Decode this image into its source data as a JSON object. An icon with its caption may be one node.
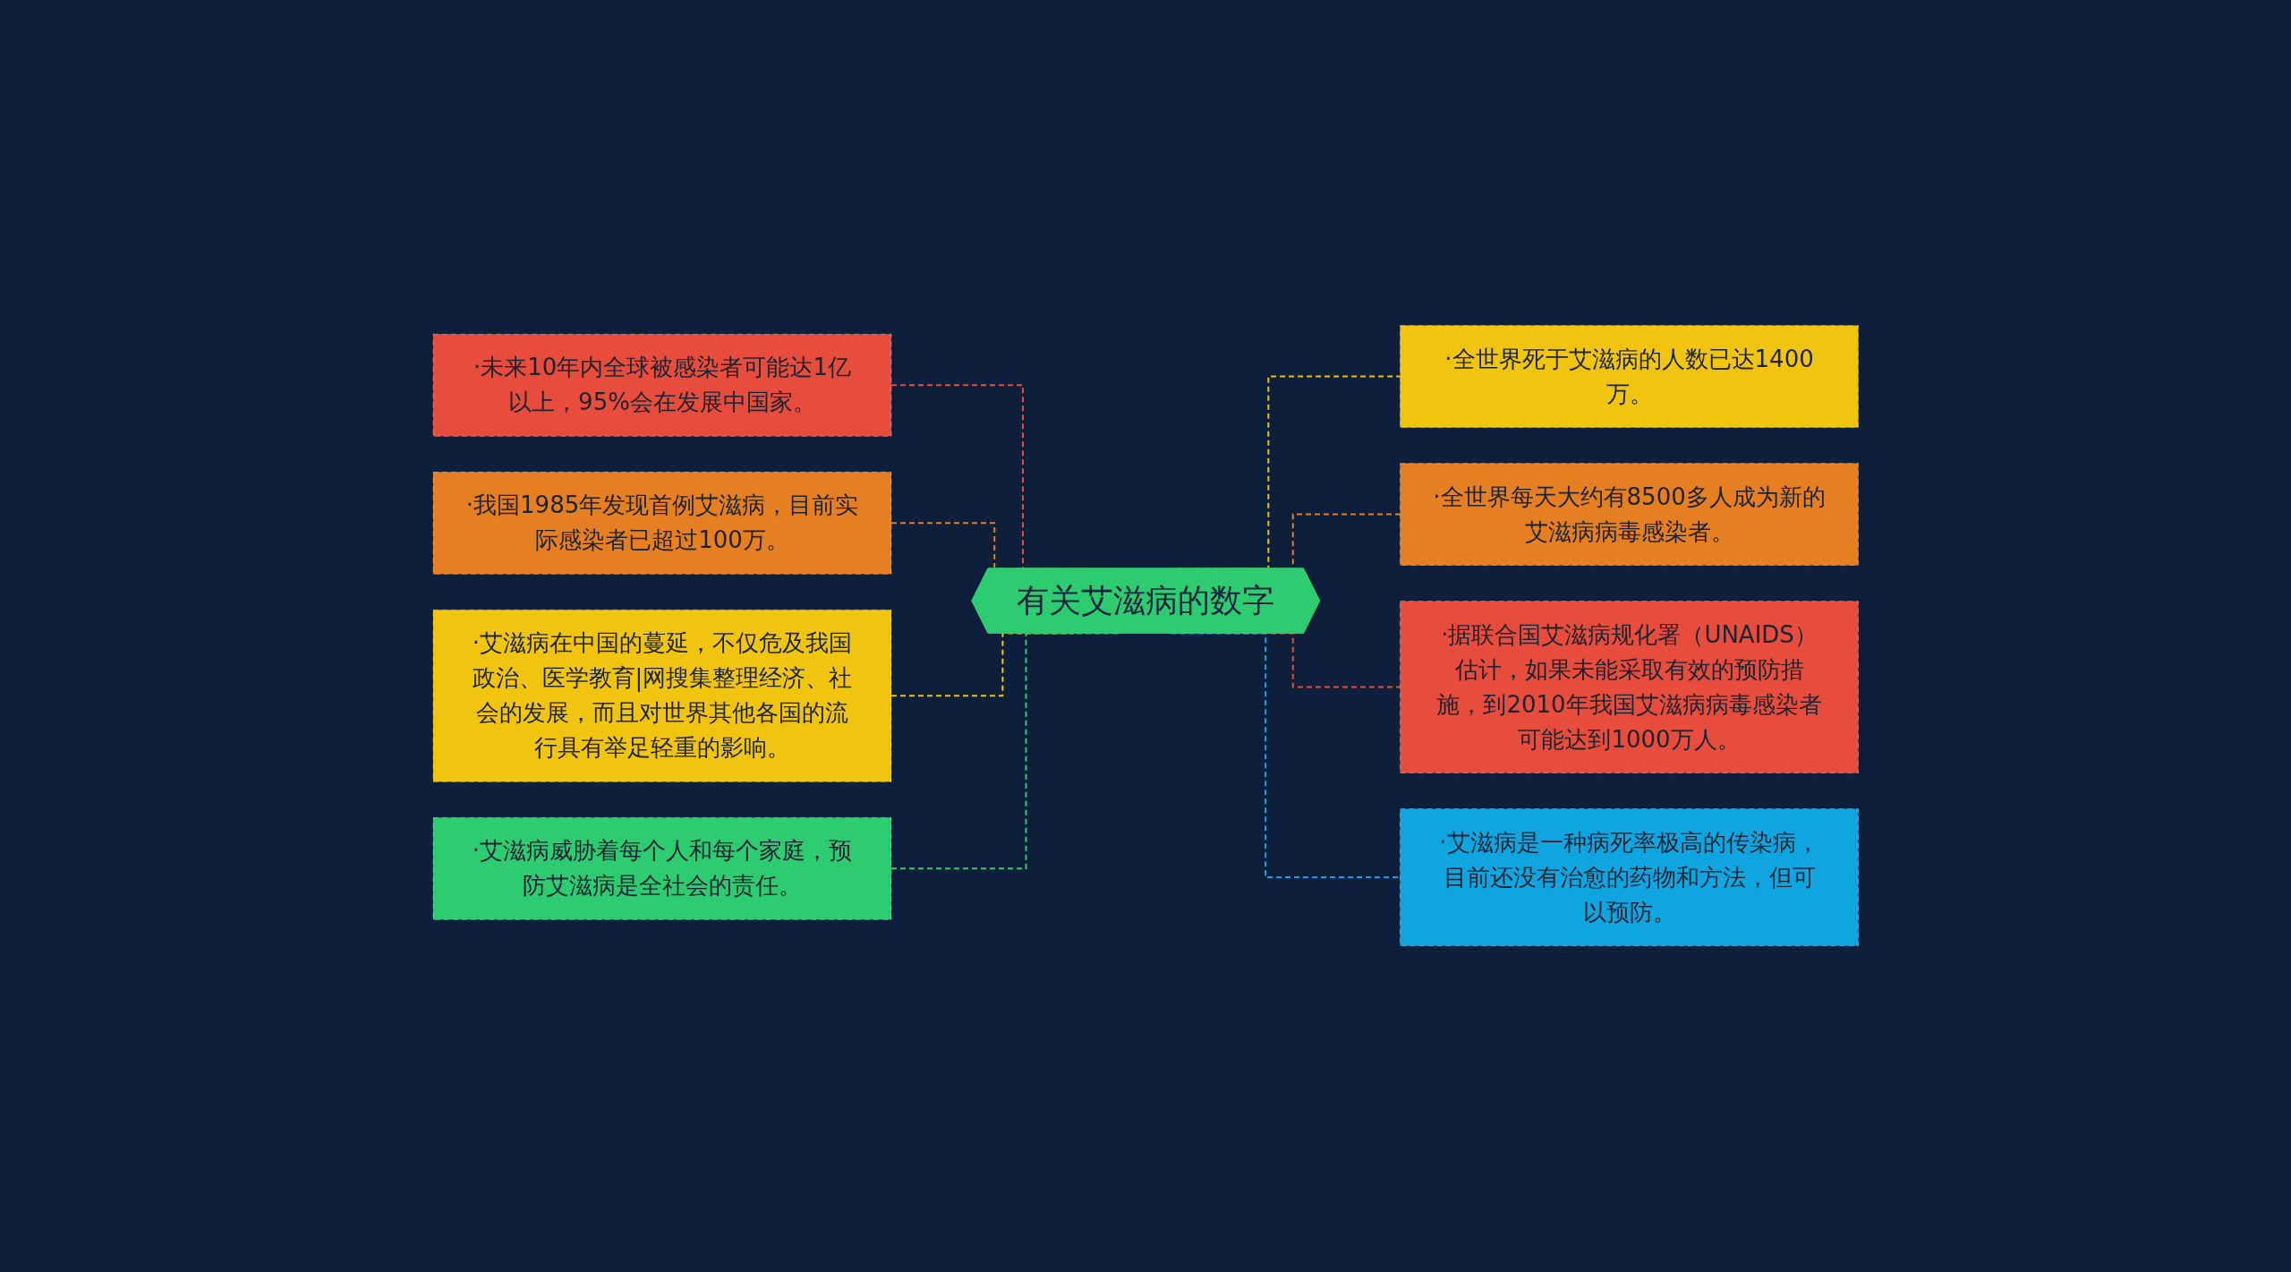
{
  "diagram": {
    "nodes": [
      {
        "text": [
          "有关艾滋病的数字"
        ]
      },
      {
        "text": [
          "·未来10年内全球被感染者可能达1亿以上，95%会在发展中国家。"
        ]
      },
      {
        "text": [
          "·我国1985年发现首例艾滋病，目前实际感染者已超过100万。"
        ]
      },
      {
        "text": [
          "·艾滋病在中国的蔓延，不仅危及我国政治、医学教育|网搜集整理经济、社会的发展，而且对世界其他各国的流行具有举足轻重的影响。"
        ]
      },
      {
        "text": [
          "·艾滋病威胁着每个人和每个家庭，预防艾滋病是全社会的责任。"
        ]
      },
      {
        "text": [
          "·全世界死于艾滋病的人数已达1400万。"
        ]
      },
      {
        "text": [
          "·全世界每天大约有8500多人成为新的艾滋病病毒感染者。"
        ]
      },
      {
        "text": [
          "·据联合国艾滋病规化署（UNAIDS）估计，如果未能采取有效的预防措施，到2010年我国艾滋病病毒感染者可能达到1000万人。"
        ]
      },
      {
        "text": [
          "·艾滋病是一种病死率极高的传染病，目前还没有治愈的药物和方法，但可以预防。"
        ]
      }
    ],
    "edges": [
      {
        "from": 0,
        "to": 1,
        "arrow": "none",
        "style": "dashed",
        "color": "#e74c3c"
      },
      {
        "from": 0,
        "to": 2,
        "arrow": "none",
        "style": "dashed",
        "color": "#e67e22"
      },
      {
        "from": 0,
        "to": 3,
        "arrow": "none",
        "style": "dashed",
        "color": "#f1c40f"
      },
      {
        "from": 0,
        "to": 4,
        "arrow": "none",
        "style": "dashed",
        "color": "#2ecc71"
      },
      {
        "from": 0,
        "to": 5,
        "arrow": "none",
        "style": "dashed",
        "color": "#f1c40f"
      },
      {
        "from": 0,
        "to": 6,
        "arrow": "none",
        "style": "dashed",
        "color": "#e67e22"
      },
      {
        "from": 0,
        "to": 7,
        "arrow": "none",
        "style": "dashed",
        "color": "#e74c3c"
      },
      {
        "from": 0,
        "to": 8,
        "arrow": "none",
        "style": "dashed",
        "color": "#0ea5e0"
      }
    ]
  }
}
